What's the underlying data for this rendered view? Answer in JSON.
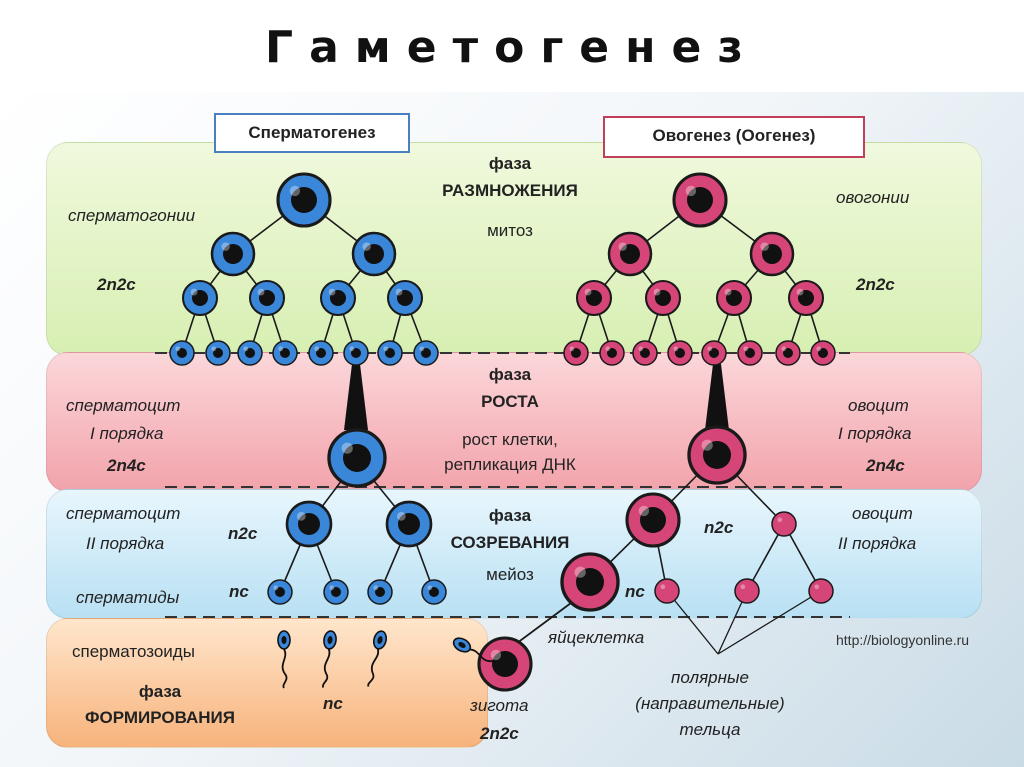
{
  "title": "Гаметогенез",
  "boxes": {
    "spermatogenesis": "Сперматогенез",
    "oogenesis": "Овогенез (Оогенез)"
  },
  "phases": {
    "reproduction": {
      "line1": "фаза",
      "line2": "РАЗМНОЖЕНИЯ",
      "line3": "митоз"
    },
    "growth": {
      "line1": "фаза",
      "line2": "РОСТА",
      "line3": "рост клетки,",
      "line4": "репликация ДНК"
    },
    "maturation": {
      "line1": "фаза",
      "line2": "СОЗРЕВАНИЯ",
      "line3": "мейоз"
    },
    "formation": {
      "line1": "фаза",
      "line2": "ФОРМИРОВАНИЯ"
    }
  },
  "labels": {
    "spermatogonia": "сперматогонии",
    "oogonia": "овогонии",
    "ploidy_2n2c_left": "2n2c",
    "ploidy_2n2c_right": "2n2c",
    "spermatocyte1_line1": "сперматоцит",
    "spermatocyte1_line2": "I порядка",
    "ploidy_2n4c_left": "2n4c",
    "oocyte1_line1": "овоцит",
    "oocyte1_line2": "I порядка",
    "ploidy_2n4c_right": "2n4c",
    "spermatocyte2_line1": "сперматоцит",
    "spermatocyte2_line2": "II порядка",
    "ploidy_n2c_left": "n2c",
    "ploidy_n2c_right": "n2c",
    "oocyte2_line1": "овоцит",
    "oocyte2_line2": "II порядка",
    "spermatids": "сперматиды",
    "ploidy_nc_left": "nc",
    "ploidy_nc_right": "nc",
    "egg_cell": "яйцеклетка",
    "spermatozoa": "сперматозоиды",
    "ploidy_nc_formation": "nc",
    "zygote": "зигота",
    "ploidy_zygote": "2n2c",
    "polar_line1": "полярные",
    "polar_line2": "(направительные)",
    "polar_line3": "тельца",
    "source_url": "http://biologyonline.ru"
  },
  "colors": {
    "sperm_cell": "#3a86d8",
    "egg_cell": "#d64577",
    "nucleus": "#111111"
  }
}
